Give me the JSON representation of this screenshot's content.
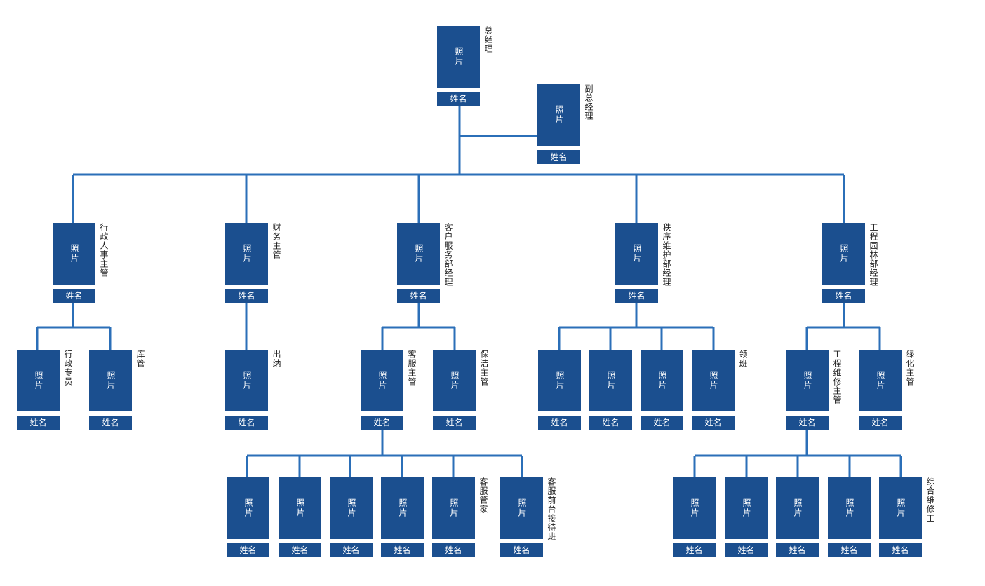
{
  "colors": {
    "box": "#1b4f8f",
    "line": "#2b6fb8",
    "box_text": "#ffffff",
    "role_text": "#222222"
  },
  "photo_label": "照片",
  "name_label": "姓名",
  "nodes": [
    {
      "id": "gm",
      "role": "总经理"
    },
    {
      "id": "deputy-gm",
      "role": "副总经理"
    },
    {
      "id": "admin-hr-supervisor",
      "role": "行政人事主管"
    },
    {
      "id": "finance-supervisor",
      "role": "财务主管"
    },
    {
      "id": "customer-service-manager",
      "role": "客户服务部经理"
    },
    {
      "id": "order-maintenance-manager",
      "role": "秩序维护部经理"
    },
    {
      "id": "engineering-landscape-manager",
      "role": "工程园林部经理"
    },
    {
      "id": "admin-specialist",
      "role": "行政专员"
    },
    {
      "id": "warehouse-keeper",
      "role": "库管"
    },
    {
      "id": "cashier",
      "role": "出纳"
    },
    {
      "id": "customer-service-supervisor",
      "role": "客服主管"
    },
    {
      "id": "cleaning-supervisor",
      "role": "保洁主管"
    },
    {
      "id": "security-1",
      "role": ""
    },
    {
      "id": "security-2",
      "role": ""
    },
    {
      "id": "security-3",
      "role": ""
    },
    {
      "id": "team-leader",
      "role": "领班"
    },
    {
      "id": "engineering-maintenance-supervisor",
      "role": "工程维修主管"
    },
    {
      "id": "greening-supervisor",
      "role": "绿化主管"
    },
    {
      "id": "housekeeper-1",
      "role": ""
    },
    {
      "id": "housekeeper-2",
      "role": ""
    },
    {
      "id": "housekeeper-3",
      "role": ""
    },
    {
      "id": "housekeeper-4",
      "role": ""
    },
    {
      "id": "housekeeper-5",
      "role": "客服管家"
    },
    {
      "id": "cs-front-desk",
      "role": "客服前台接待班"
    },
    {
      "id": "repair-1",
      "role": ""
    },
    {
      "id": "repair-2",
      "role": ""
    },
    {
      "id": "repair-3",
      "role": ""
    },
    {
      "id": "repair-4",
      "role": ""
    },
    {
      "id": "repair-5",
      "role": "综合维修工"
    }
  ]
}
